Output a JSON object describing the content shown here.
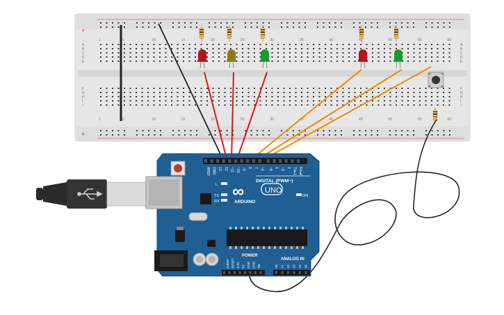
{
  "breadboard": {
    "column_numbers_top": [
      "1",
      "5",
      "10",
      "15",
      "20",
      "25",
      "30",
      "35",
      "40",
      "45",
      "50",
      "55",
      "60"
    ],
    "column_numbers_bottom": [
      "1",
      "5",
      "10",
      "15",
      "20",
      "25",
      "30",
      "35",
      "40",
      "45",
      "50",
      "55",
      "60"
    ],
    "row_letters_upper": [
      "A",
      "B",
      "C",
      "D",
      "E"
    ],
    "row_letters_lower": [
      "F",
      "G",
      "H",
      "I",
      "J"
    ],
    "rail_plus": "+",
    "rail_minus": "-"
  },
  "leds": [
    {
      "color": "#b0161b",
      "name": "red-led-1"
    },
    {
      "color": "#8f7a16",
      "name": "yellow-led"
    },
    {
      "color": "#1a9a2a",
      "name": "green-led-1"
    },
    {
      "color": "#b0161b",
      "name": "red-led-2"
    },
    {
      "color": "#1a9a2a",
      "name": "green-led-2"
    }
  ],
  "wire_colors": {
    "ground": "#222222",
    "led_signal": "#d11a1a",
    "pwm_signal": "#f08a00",
    "power": "#222222"
  },
  "arduino": {
    "brand_symbol": "∞",
    "model": "UNO",
    "brand": "ARDUINO",
    "digital_header": "DIGITAL (PWM~)",
    "power_header": "POWER",
    "analog_header": "ANALOG IN",
    "on_label": "ON",
    "led_labels": [
      "L",
      "TX",
      "RX"
    ],
    "digital_pins": [
      "AREF",
      "GND",
      "13",
      "12",
      "~11",
      "~10",
      "~9",
      "8",
      "7",
      "~6",
      "~5",
      "4",
      "~3",
      "2",
      "TX▸1",
      "RX◂0"
    ],
    "power_pins": [
      "IOREF",
      "RESET",
      "3.3V",
      "5V",
      "GND",
      "GND",
      "Vin"
    ],
    "analog_pins": [
      "A0",
      "A1",
      "A2",
      "A3",
      "A4",
      "A5"
    ],
    "board_color": "#1f5f93"
  }
}
